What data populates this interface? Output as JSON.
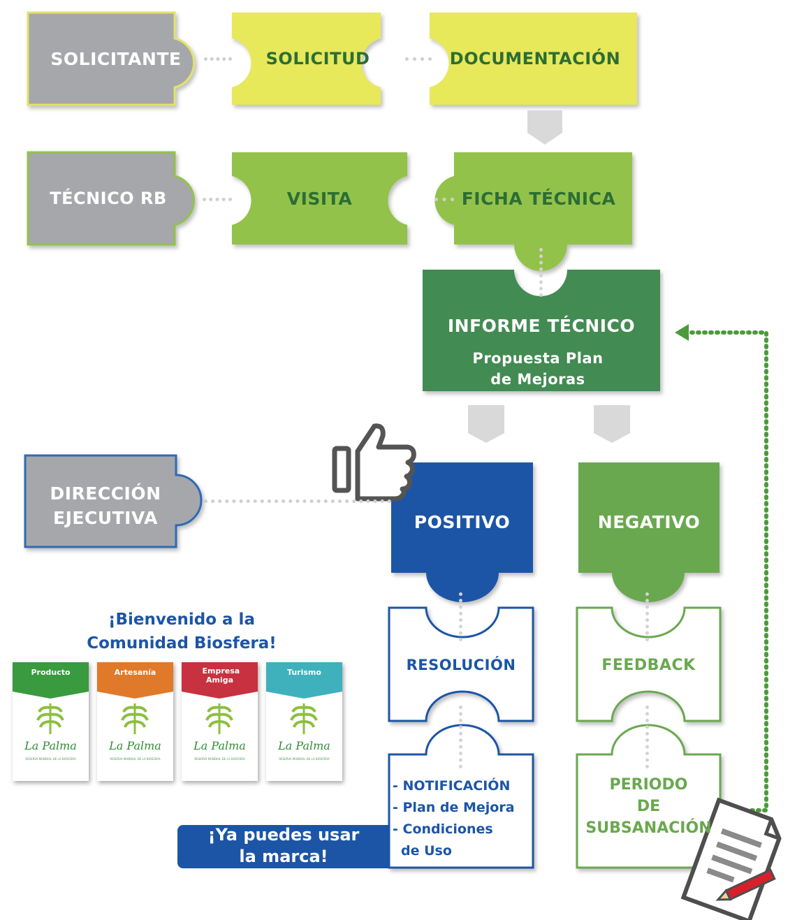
{
  "colors": {
    "gray": "#a6a7aa",
    "yellow": "#e7e85a",
    "light_green": "#93c24b",
    "dark_green": "#428b52",
    "mid_green": "#6aa84f",
    "blue": "#1c55a6",
    "text_green": "#2c6e34"
  },
  "row1": {
    "solicitante": "SOLICITANTE",
    "solicitud": "SOLICITUD",
    "documentacion": "DOCUMENTACIÓN"
  },
  "row2": {
    "tecnico": "TÉCNICO RB",
    "visita": "VISITA",
    "ficha": "FICHA TÉCNICA"
  },
  "informe": {
    "title": "INFORME TÉCNICO",
    "subtitle_line1": "Propuesta Plan",
    "subtitle_line2": "de Mejoras"
  },
  "direccion": {
    "line1": "DIRECCIÓN",
    "line2": "EJECUTIVA"
  },
  "positivo": "POSITIVO",
  "negativo": "NEGATIVO",
  "resolucion": "RESOLUCIÓN",
  "feedback": "FEEDBACK",
  "notificacion": {
    "line1": "- NOTIFICACIÓN",
    "line2": "- Plan de Mejora",
    "line3": "- Condiciones",
    "line4": "de Uso"
  },
  "periodo": {
    "line1": "PERIODO",
    "line2": "DE",
    "line3": "SUBSANACIÓN"
  },
  "welcome": {
    "line1": "¡Bienvenido a la",
    "line2": "Comunidad Biosfera!"
  },
  "banner": {
    "line1": "¡Ya puedes usar",
    "line2": "la marca!"
  },
  "cards": [
    {
      "label": "Producto",
      "color": "#3a9a3f",
      "brand": "La Palma",
      "sub": "RESERVA MUNDIAL DE LA BIOSFERA"
    },
    {
      "label": "Artesanía",
      "color": "#e07a2a",
      "brand": "La Palma",
      "sub": "RESERVA MUNDIAL DE LA BIOSFERA"
    },
    {
      "label": "Empresa Amiga",
      "color": "#c8313f",
      "brand": "La Palma",
      "sub": "RESERVA MUNDIAL DE LA BIOSFERA"
    },
    {
      "label": "Turismo",
      "color": "#3fb1bd",
      "brand": "La Palma",
      "sub": "RESERVA MUNDIAL DE LA BIOSFERA"
    }
  ],
  "icons": [
    "thumbs-up-icon",
    "document-pencil-icon",
    "arrow-left-icon",
    "chevron-down-icon"
  ]
}
